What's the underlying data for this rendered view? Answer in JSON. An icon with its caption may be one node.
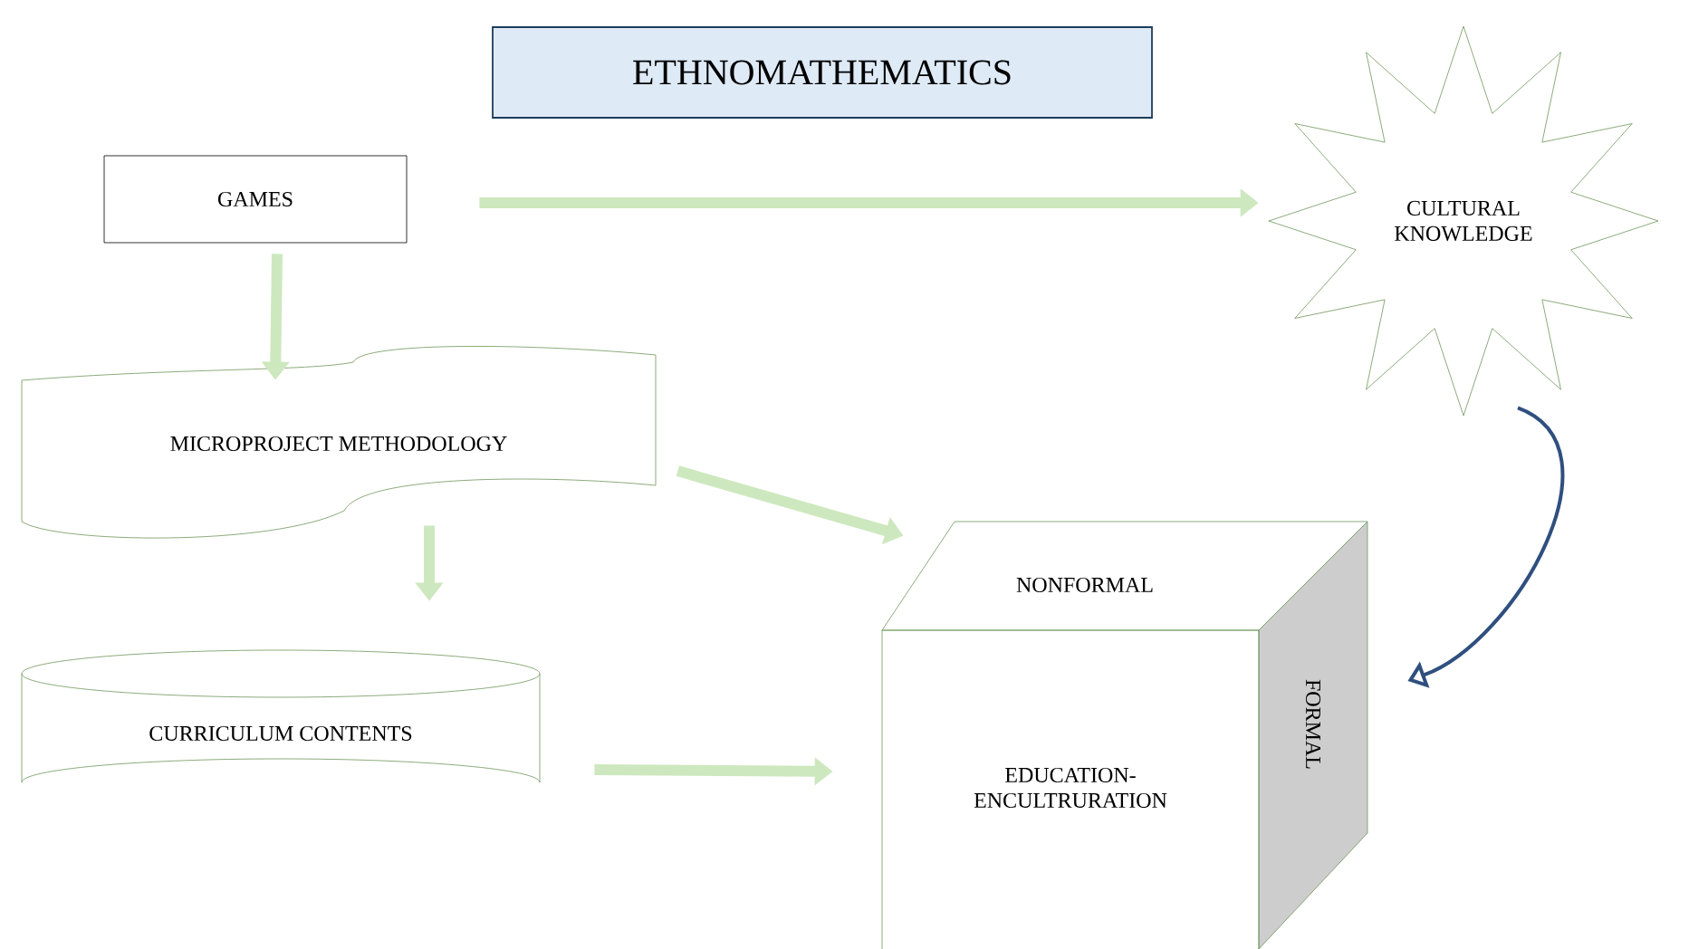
{
  "diagram": {
    "nodes": [
      {
        "text": [
          "ETHNOMATHEMATICS"
        ]
      },
      {
        "text": [
          "GAMES"
        ]
      },
      {
        "text": [
          "CULTURAL KNOWLEDGE"
        ]
      },
      {
        "text": [
          "MICROPROJECT METHODOLOGY"
        ]
      },
      {
        "text": [
          "CURRICULUM CONTENTS"
        ]
      },
      {
        "text": [
          "NONFORMAL",
          "EDUCATION- ENCULTRURATION",
          "FORMAL"
        ]
      }
    ],
    "edges": [
      {
        "from": 1,
        "to": 2,
        "arrow": "to"
      },
      {
        "from": 1,
        "to": 3,
        "arrow": "to"
      },
      {
        "from": 3,
        "to": 5,
        "arrow": "to"
      },
      {
        "from": 3,
        "to": 4,
        "arrow": "to"
      },
      {
        "from": 4,
        "to": 5,
        "arrow": "to"
      },
      {
        "from": 2,
        "to": 5,
        "arrow": "to",
        "color": "#2f4f7f"
      }
    ]
  }
}
